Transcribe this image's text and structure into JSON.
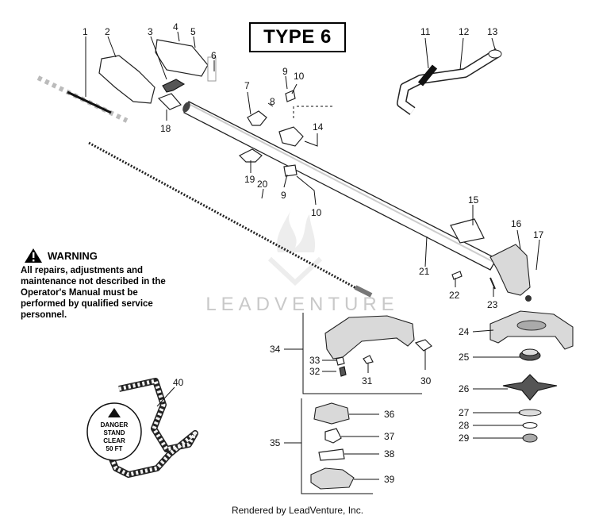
{
  "diagram": {
    "type_label": "TYPE 6",
    "warning": {
      "title": "WARNING",
      "text": "All repairs, adjustments and maintenance not described in the Operator's Manual must be performed by qualified service personnel."
    },
    "decal": {
      "line1": "DANGER",
      "line2": "STAND",
      "line3": "CLEAR",
      "line4": "50 FT"
    },
    "watermark": "LEADVENTURE",
    "footer": "Rendered by LeadVenture, Inc.",
    "callouts": [
      "1",
      "2",
      "3",
      "4",
      "5",
      "6",
      "7",
      "8",
      "9",
      "10",
      "11",
      "12",
      "13",
      "14",
      "15",
      "16",
      "17",
      "18",
      "19",
      "20",
      "9",
      "10",
      "21",
      "22",
      "23",
      "24",
      "25",
      "26",
      "27",
      "28",
      "29",
      "30",
      "31",
      "32",
      "33",
      "34",
      "35",
      "36",
      "37",
      "38",
      "39",
      "40"
    ]
  }
}
